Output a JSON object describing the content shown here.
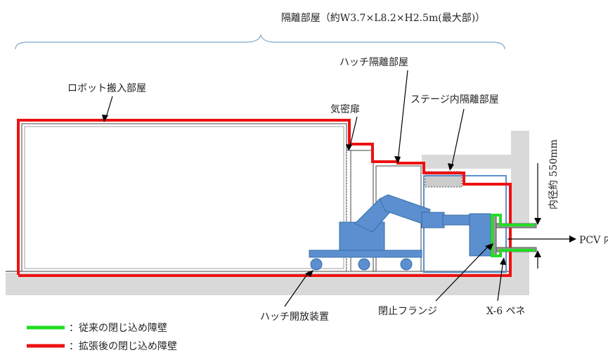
{
  "title": "隔離部屋（約W3.7×L8.2×H2.5m(最大部)）",
  "labels": {
    "robot_room": "ロボット搬入部屋",
    "hatch_room": "ハッチ隔離部屋",
    "airtight_door": "気密扉",
    "stage_room": "ステージ内隔離部屋",
    "inner_diameter": "内径約 550mm",
    "pcv": "PCV 内",
    "hatch_device": "ハッチ開放装置",
    "flange": "閉止フランジ",
    "penetration": "X-6 ペネ"
  },
  "legend": [
    {
      "color": "#22dd22",
      "text": "：従来の閉じ込め障壁"
    },
    {
      "color": "#ee1111",
      "text": "：拡張後の閉じ込め障壁"
    }
  ],
  "colors": {
    "red_barrier": "#ee1111",
    "green_barrier": "#22dd22",
    "robot": "#5b8fcf",
    "robot_edge": "#3a6ea8",
    "concrete": "#d9d9d9"
  }
}
